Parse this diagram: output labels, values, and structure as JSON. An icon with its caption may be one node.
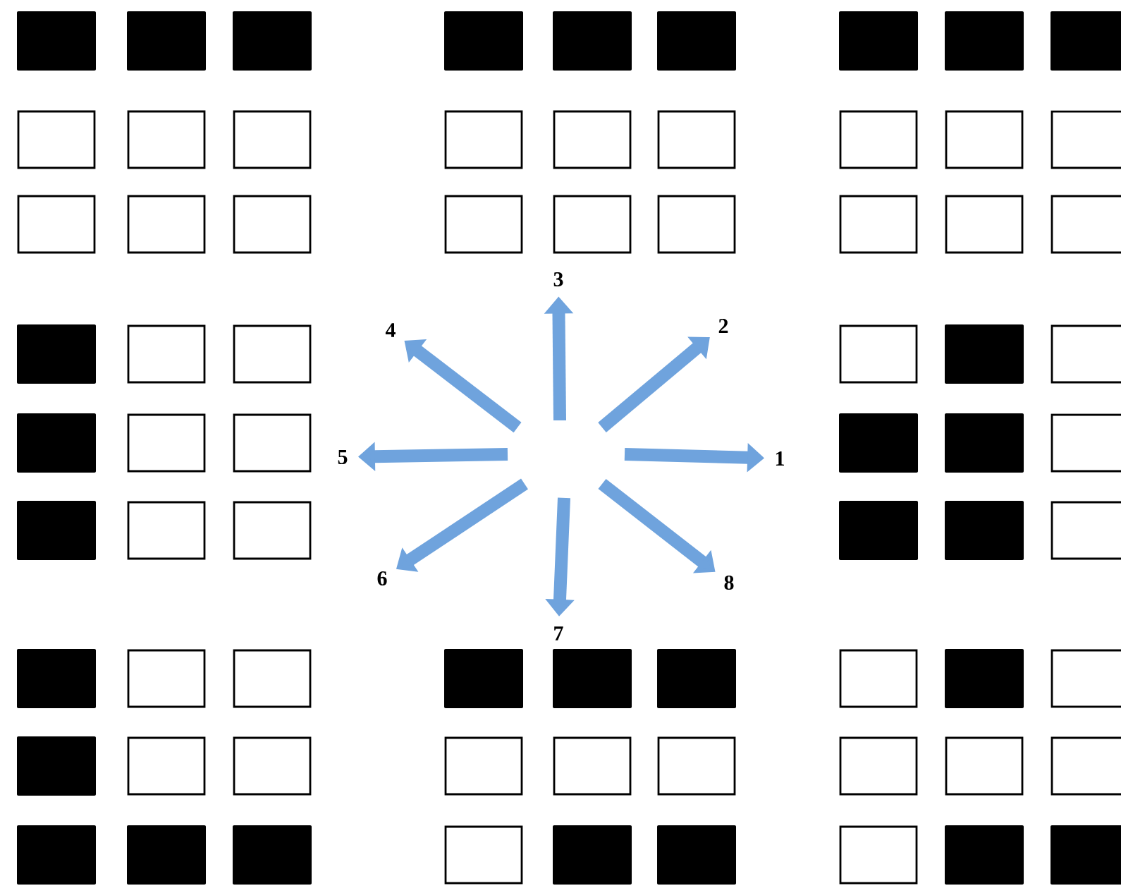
{
  "diagram": {
    "nodes": [
      {
        "text": [
          "3"
        ]
      },
      {
        "text": [
          "4"
        ]
      },
      {
        "text": [
          "2"
        ]
      },
      {
        "text": [
          "5"
        ]
      },
      {
        "text": [
          "1"
        ]
      },
      {
        "text": [
          "6"
        ]
      },
      {
        "text": [
          "8"
        ]
      },
      {
        "text": [
          "7"
        ]
      }
    ],
    "edges": [
      {
        "from": null,
        "to": 4,
        "arrow": "to"
      },
      {
        "from": null,
        "to": 2,
        "arrow": "to"
      },
      {
        "from": null,
        "to": 0,
        "arrow": "to"
      },
      {
        "from": null,
        "to": 1,
        "arrow": "to"
      },
      {
        "from": null,
        "to": 3,
        "arrow": "to"
      },
      {
        "from": null,
        "to": 5,
        "arrow": "to"
      },
      {
        "from": null,
        "to": 7,
        "arrow": "to"
      },
      {
        "from": null,
        "to": 6,
        "arrow": "to"
      }
    ]
  }
}
